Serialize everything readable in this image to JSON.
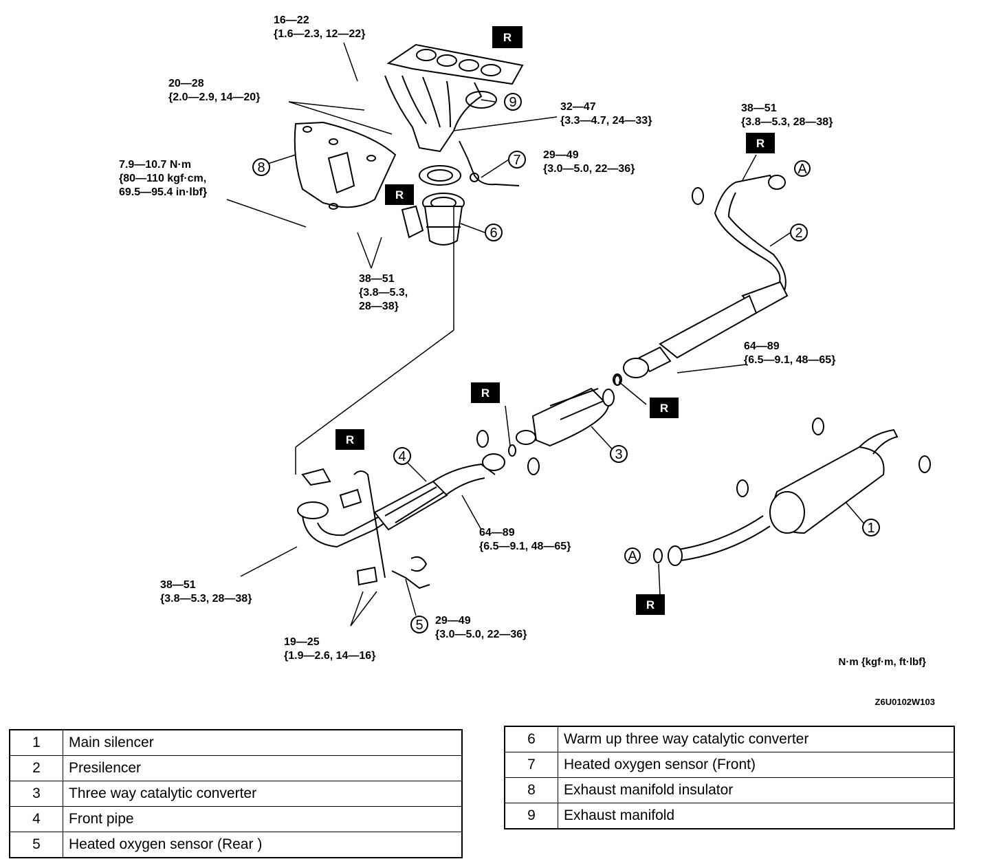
{
  "diagram": {
    "torque_specs": [
      {
        "id": "t-16-22",
        "lines": [
          "16—22",
          "{1.6—2.3, 12—22}"
        ]
      },
      {
        "id": "t-20-28",
        "lines": [
          "20—28",
          "{2.0—2.9, 14—20}"
        ]
      },
      {
        "id": "t-7-9",
        "lines": [
          "7.9—10.7 N·m",
          "{80—110 kgf·cm,",
          "69.5—95.4 in·lbf}"
        ]
      },
      {
        "id": "t-32-47",
        "lines": [
          "32—47",
          "{3.3—4.7, 24—33}"
        ]
      },
      {
        "id": "t-29-49-top",
        "lines": [
          "29—49",
          "{3.0—5.0, 22—36}"
        ]
      },
      {
        "id": "t-38-51-top-right",
        "lines": [
          "38—51",
          "{3.8—5.3, 28—38}"
        ]
      },
      {
        "id": "t-38-51-mid",
        "lines": [
          "38—51",
          "{3.8—5.3,",
          "28—38}"
        ]
      },
      {
        "id": "t-64-89-right",
        "lines": [
          "64—89",
          "{6.5—9.1, 48—65}"
        ]
      },
      {
        "id": "t-64-89-center",
        "lines": [
          "64—89",
          "{6.5—9.1, 48—65}"
        ]
      },
      {
        "id": "t-38-51-bottom",
        "lines": [
          "38—51",
          "{3.8—5.3, 28—38}"
        ]
      },
      {
        "id": "t-19-25",
        "lines": [
          "19—25",
          "{1.9—2.6, 14—16}"
        ]
      },
      {
        "id": "t-29-49-bottom",
        "lines": [
          "29—49",
          "{3.0—5.0, 22—36}"
        ]
      }
    ],
    "callouts": [
      "1",
      "2",
      "3",
      "4",
      "5",
      "6",
      "7",
      "8",
      "9"
    ],
    "replace_badge": "R",
    "connection_marker": "A",
    "units": "N·m {kgf·m, ft·lbf}",
    "figure_code": "Z6U0102W103"
  },
  "legend": {
    "left": [
      {
        "num": "1",
        "name": "Main silencer"
      },
      {
        "num": "2",
        "name": "Presilencer"
      },
      {
        "num": "3",
        "name": "Three way catalytic converter"
      },
      {
        "num": "4",
        "name": "Front pipe"
      },
      {
        "num": "5",
        "name": "Heated oxygen sensor (Rear )"
      }
    ],
    "right": [
      {
        "num": "6",
        "name": "Warm up three way catalytic converter"
      },
      {
        "num": "7",
        "name": "Heated oxygen sensor (Front)"
      },
      {
        "num": "8",
        "name": "Exhaust manifold insulator"
      },
      {
        "num": "9",
        "name": "Exhaust manifold"
      }
    ]
  }
}
